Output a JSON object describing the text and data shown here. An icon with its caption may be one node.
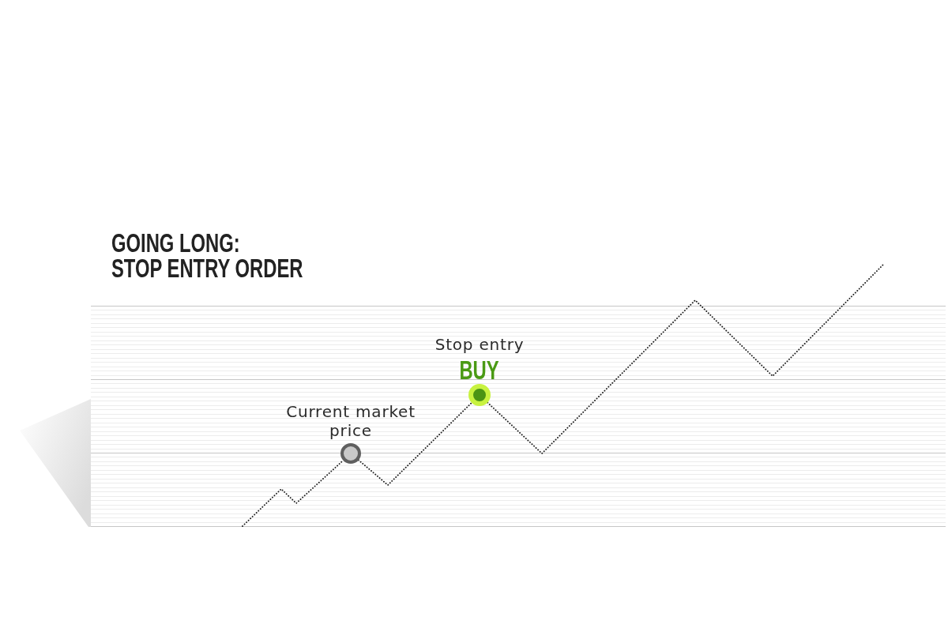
{
  "diagram": {
    "title": "GOING LONG: STOP ENTRY ORDER",
    "nodes": [
      {
        "text": [],
        "shape": "circle",
        "beside": [
          "Current market price"
        ]
      },
      {
        "text": [],
        "shape": "circle",
        "beside": [
          "Stop entry",
          "BUY"
        ]
      }
    ],
    "edges": [
      {
        "from": null,
        "to": 0,
        "arrow": "none",
        "style": "dashed"
      },
      {
        "from": 0,
        "to": 1,
        "arrow": "none",
        "style": "dashed"
      },
      {
        "from": 1,
        "to": null,
        "arrow": "none",
        "style": "dashed"
      }
    ]
  }
}
